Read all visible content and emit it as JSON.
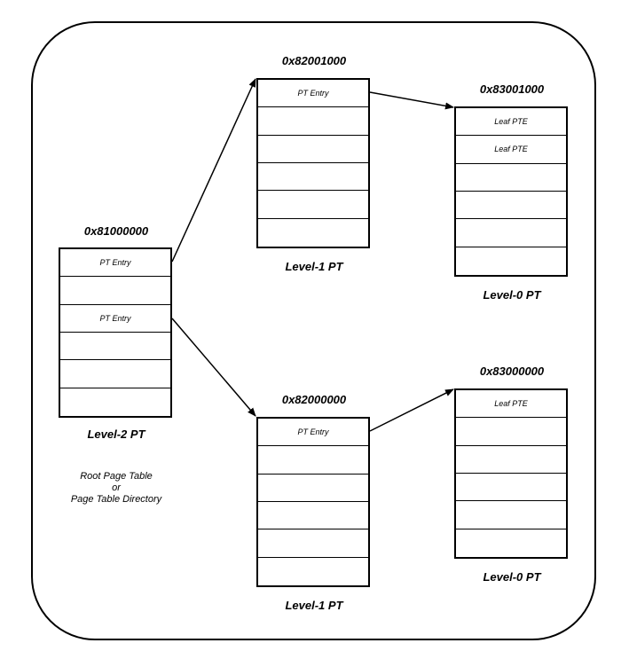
{
  "tables": {
    "l2": {
      "address": "0x81000000",
      "caption": "Level-2 PT",
      "rows": [
        "PT Entry",
        "",
        "PT Entry",
        "",
        "",
        ""
      ]
    },
    "l1_top": {
      "address": "0x82001000",
      "caption": "Level-1 PT",
      "rows": [
        "PT Entry",
        "",
        "",
        "",
        "",
        ""
      ]
    },
    "l1_bottom": {
      "address": "0x82000000",
      "caption": "Level-1 PT",
      "rows": [
        "PT Entry",
        "",
        "",
        "",
        "",
        ""
      ]
    },
    "l0_top": {
      "address": "0x83001000",
      "caption": "Level-0 PT",
      "rows": [
        "Leaf PTE",
        "Leaf PTE",
        "",
        "",
        "",
        ""
      ]
    },
    "l0_bottom": {
      "address": "0x83000000",
      "caption": "Level-0 PT",
      "rows": [
        "Leaf PTE",
        "",
        "",
        "",
        "",
        ""
      ]
    }
  },
  "note": {
    "line1": "Root Page Table",
    "line2": "or",
    "line3": "Page Table Directory"
  }
}
